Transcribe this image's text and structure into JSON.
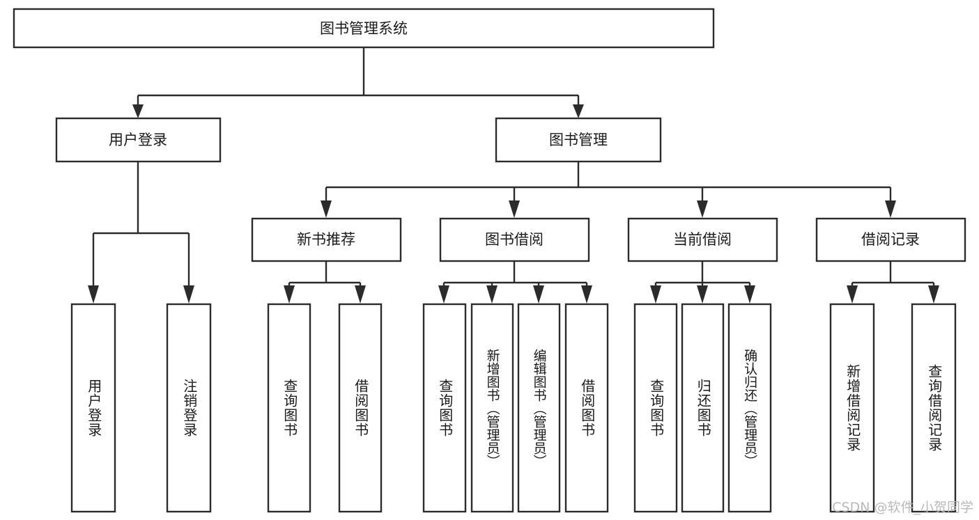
{
  "diagram": {
    "title": "图书管理系统",
    "type": "hierarchy-tree",
    "watermark": "CSDN @软件_小贺同学",
    "colors": {
      "stroke": "#2b2b2b",
      "fill": "#ffffff",
      "text": "#1a1a1a",
      "watermark": "#b9b9b9"
    },
    "root": {
      "label": "图书管理系统"
    },
    "level1": [
      {
        "label": "用户登录"
      },
      {
        "label": "图书管理"
      }
    ],
    "level2": [
      {
        "label": "新书推荐"
      },
      {
        "label": "图书借阅"
      },
      {
        "label": "当前借阅"
      },
      {
        "label": "借阅记录"
      }
    ],
    "leaves": {
      "user_login": [
        {
          "label": "用户登录"
        },
        {
          "label": "注销登录"
        }
      ],
      "new_book": [
        {
          "label": "查询图书"
        },
        {
          "label": "借阅图书"
        }
      ],
      "book_borrow": [
        {
          "label": "查询图书"
        },
        {
          "label": "新增图书（管理员）"
        },
        {
          "label": "编辑图书（管理员）"
        },
        {
          "label": "借阅图书"
        }
      ],
      "current_borrow": [
        {
          "label": "查询图书"
        },
        {
          "label": "归还图书"
        },
        {
          "label": "确认归还（管理员）"
        }
      ],
      "borrow_record": [
        {
          "label": "新增借阅记录"
        },
        {
          "label": "查询借阅记录"
        }
      ]
    }
  }
}
